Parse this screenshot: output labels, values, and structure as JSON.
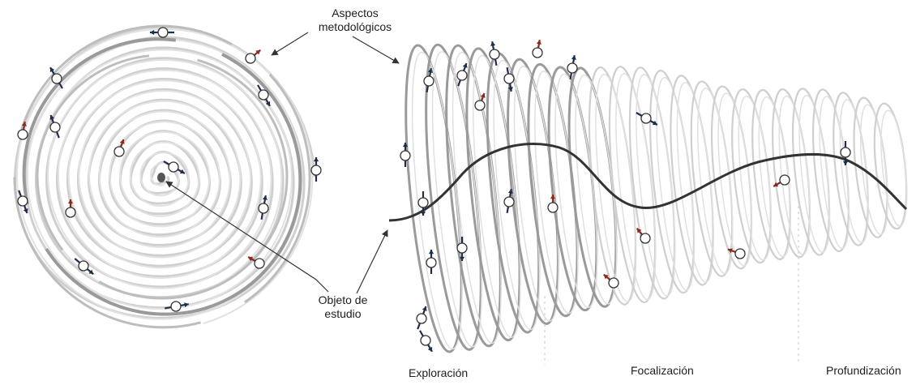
{
  "labels": {
    "aspects": [
      "Aspectos",
      "metodológicos"
    ],
    "object": [
      "Objeto de",
      "estudio"
    ],
    "phases": [
      "Exploración",
      "Focalización",
      "Profundización"
    ]
  },
  "colors": {
    "spiral": "#cfcfcf",
    "spiral_dark": "#9a9a9a",
    "wave": "#333333",
    "arrow_blue": "#1f2d4d",
    "arrow_red": "#8a2a1f",
    "divider": "#c8c8c8"
  },
  "icons": [
    "node-circle",
    "direction-arrow",
    "center-dot",
    "pointer-arrow"
  ]
}
